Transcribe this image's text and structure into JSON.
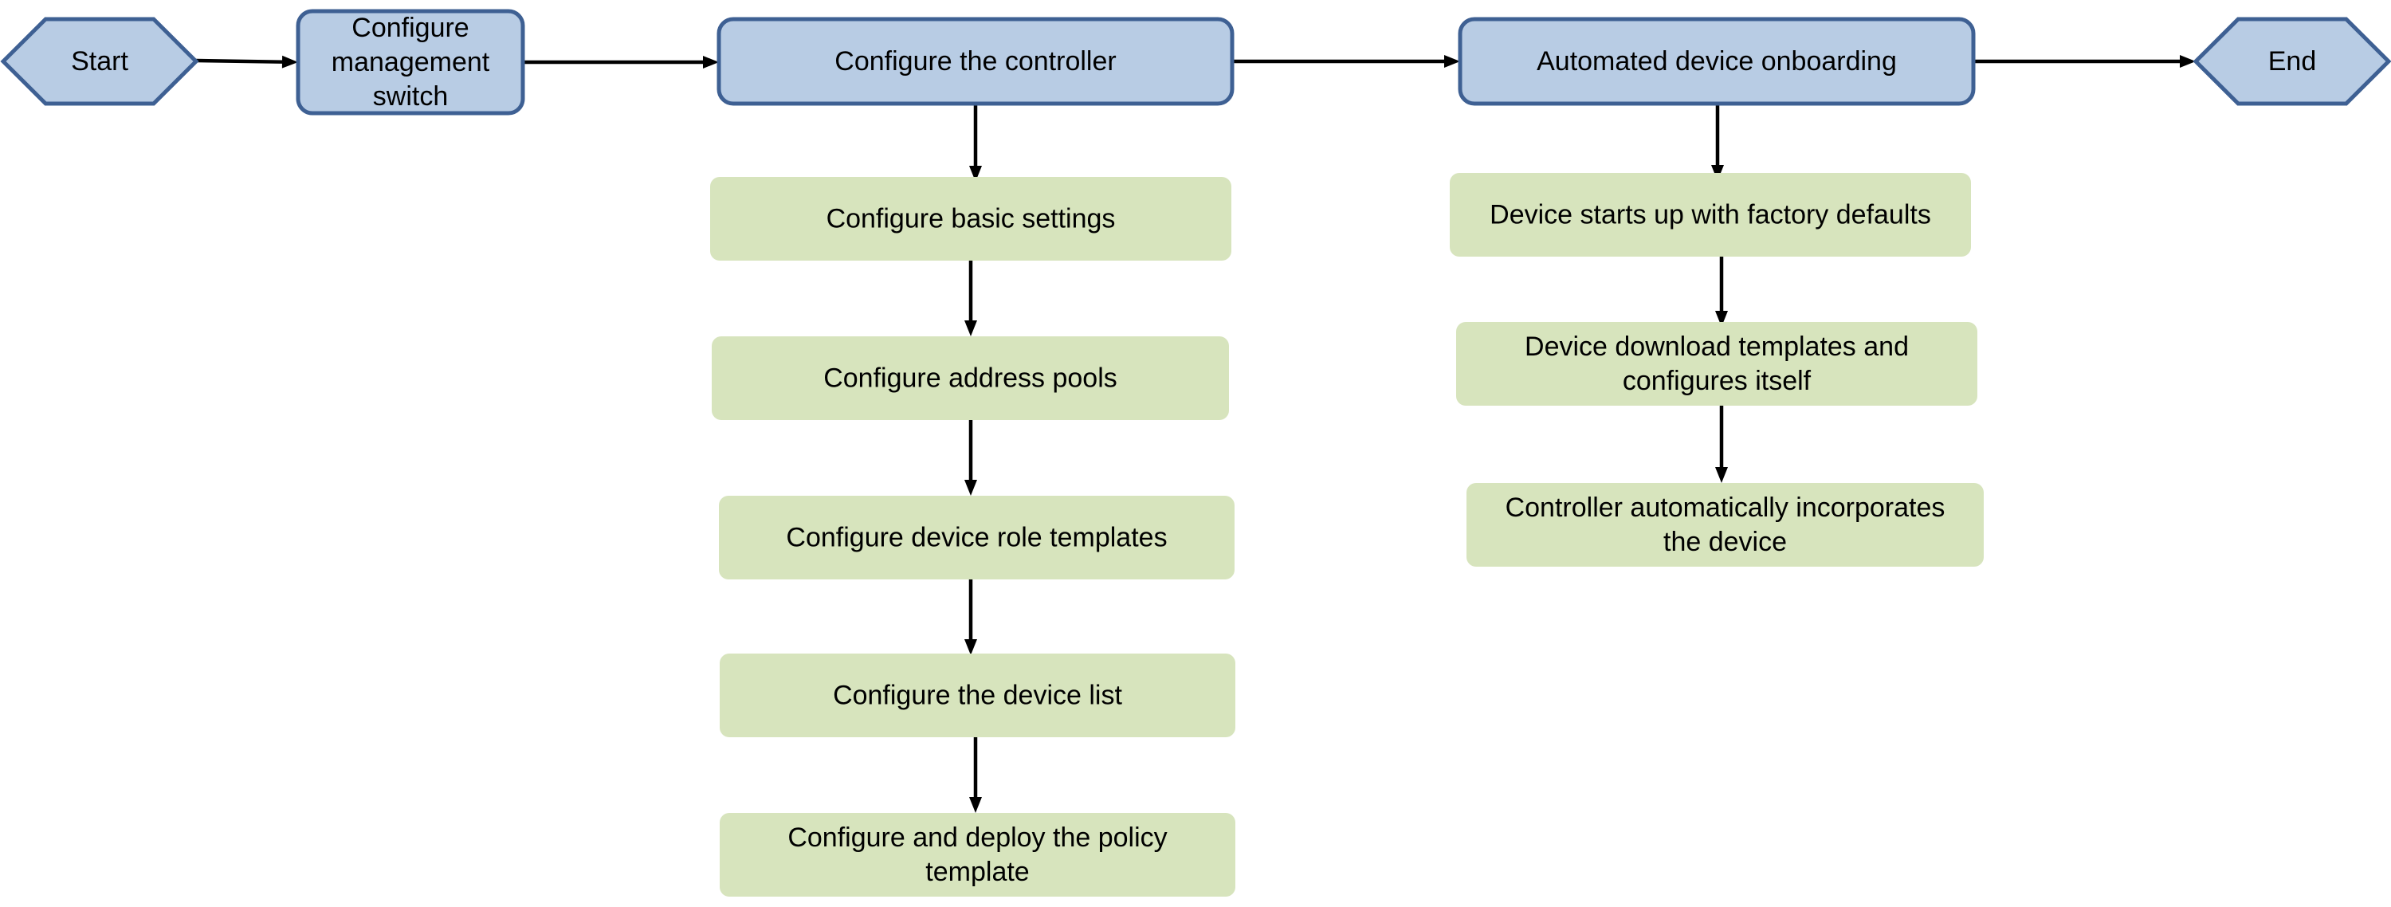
{
  "diagram": {
    "type": "flowchart",
    "colors": {
      "main_fill": "#b8cce4",
      "main_stroke": "#3e6093",
      "sub_fill": "#d7e4bd",
      "edge": "#000000"
    },
    "nodes": {
      "start": {
        "lines": [
          "Start"
        ],
        "shape": "hexagon"
      },
      "mgmt": {
        "lines": [
          "Configure",
          "management",
          "switch"
        ],
        "shape": "rounded-rect"
      },
      "controller": {
        "lines": [
          "Configure the controller"
        ],
        "shape": "rounded-rect"
      },
      "onboarding": {
        "lines": [
          "Automated device onboarding"
        ],
        "shape": "rounded-rect"
      },
      "end": {
        "lines": [
          "End"
        ],
        "shape": "hexagon"
      },
      "basic": {
        "lines": [
          "Configure basic settings"
        ],
        "shape": "soft-rect"
      },
      "pools": {
        "lines": [
          "Configure address pools"
        ],
        "shape": "soft-rect"
      },
      "roles": {
        "lines": [
          "Configure device role templates"
        ],
        "shape": "soft-rect"
      },
      "devlist": {
        "lines": [
          "Configure the device list"
        ],
        "shape": "soft-rect"
      },
      "policy": {
        "lines": [
          "Configure and deploy the policy",
          "template"
        ],
        "shape": "soft-rect"
      },
      "startup": {
        "lines": [
          "Device starts up with factory defaults"
        ],
        "shape": "soft-rect"
      },
      "download": {
        "lines": [
          "Device download templates and",
          "configures itself"
        ],
        "shape": "soft-rect"
      },
      "incorporate": {
        "lines": [
          "Controller automatically incorporates",
          "the device"
        ],
        "shape": "soft-rect"
      }
    },
    "edges": [
      {
        "from": "start",
        "to": "mgmt"
      },
      {
        "from": "mgmt",
        "to": "controller"
      },
      {
        "from": "controller",
        "to": "onboarding"
      },
      {
        "from": "onboarding",
        "to": "end"
      },
      {
        "from": "controller",
        "to": "basic"
      },
      {
        "from": "basic",
        "to": "pools"
      },
      {
        "from": "pools",
        "to": "roles"
      },
      {
        "from": "roles",
        "to": "devlist"
      },
      {
        "from": "devlist",
        "to": "policy"
      },
      {
        "from": "onboarding",
        "to": "startup"
      },
      {
        "from": "startup",
        "to": "download"
      },
      {
        "from": "download",
        "to": "incorporate"
      }
    ]
  }
}
